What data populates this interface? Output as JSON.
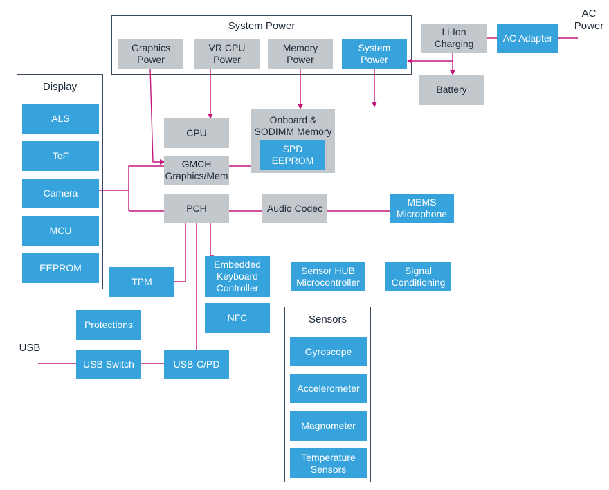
{
  "colors": {
    "blue_block": "#36a3dd",
    "gray_block": "#c3c8cd",
    "connector": "#c2187a",
    "frame_border": "#3a4a5e"
  },
  "groups": {
    "system_power": "System Power",
    "display": "Display",
    "sensors": "Sensors"
  },
  "blocks": {
    "graphics_power": "Graphics\nPower",
    "vr_cpu_power": "VR CPU\nPower",
    "memory_power": "Memory\nPower",
    "system_power_blk": "System\nPower",
    "li_ion_charging": "Li-Ion\nCharging",
    "ac_adapter": "AC Adapter",
    "battery": "Battery",
    "cpu": "CPU",
    "onboard_memory": "Onboard &\nSODIMM Memory",
    "spd_eeprom": "SPD EEPROM",
    "gmch": "GMCH\nGraphics/Mem",
    "pch": "PCH",
    "audio_codec": "Audio Codec",
    "mems_microphone": "MEMS\nMicrophone",
    "als": "ALS",
    "tof": "ToF",
    "camera": "Camera",
    "mcu": "MCU",
    "eeprom": "EEPROM",
    "tpm": "TPM",
    "embedded_keyboard_controller": "Embedded\nKeyboard\nController",
    "nfc": "NFC",
    "sensor_hub": "Sensor HUB\nMicrocontroller",
    "signal_conditioning": "Signal\nConditioning",
    "protections": "Protections",
    "usb_switch": "USB Switch",
    "usb_c_pd": "USB-C/PD",
    "gyroscope": "Gyroscope",
    "accelerometer": "Accelerometer",
    "magnometer": "Magnometer",
    "temperature_sensors": "Temperature\nSensors"
  },
  "external_labels": {
    "ac_power": "AC\nPower",
    "usb": "USB"
  }
}
